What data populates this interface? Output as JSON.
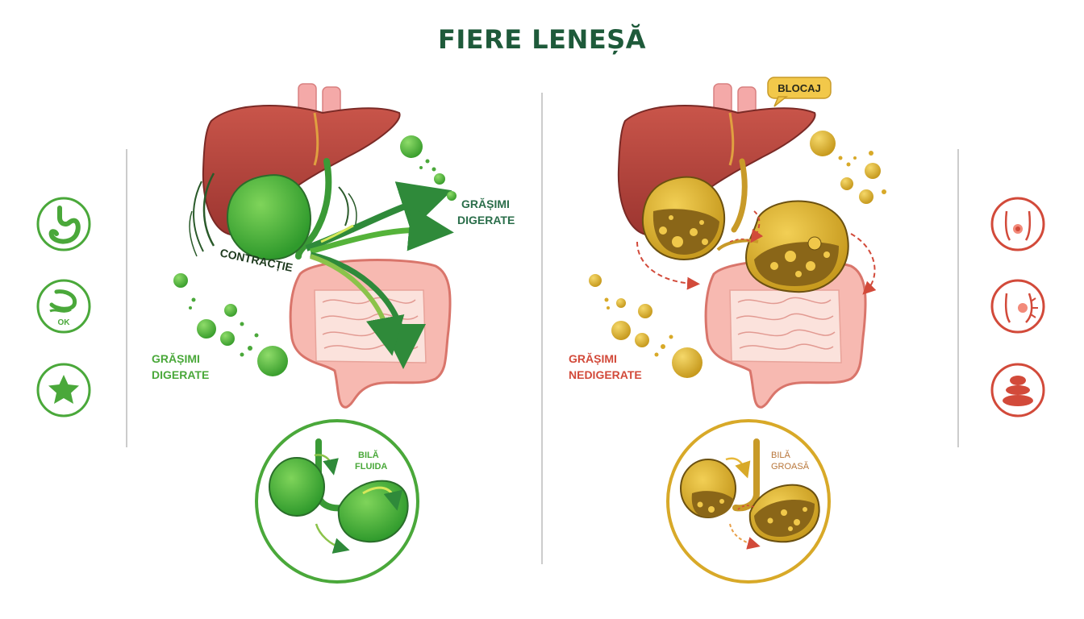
{
  "title": "FIERE LENEȘĂ",
  "healthy": {
    "contraction_label": "CONTRACȚIE",
    "fats_right_line1": "GRĂȘIMI",
    "fats_right_line2": "DIGERATE",
    "fats_left_line1": "GRĂȘIMI",
    "fats_left_line2": "DIGERATE",
    "bile_line1": "BILĂ",
    "bile_line2": "FLUIDA",
    "ok_badge": "OK",
    "color_green": "#4aa83a",
    "icons": [
      "stomach-icon",
      "digestion-ok-icon",
      "star-icon"
    ]
  },
  "lazy": {
    "blockage_label": "BLOCAJ",
    "fats_line1": "GRĂȘIMI",
    "fats_line2": "NEDIGERATE",
    "bile_line1": "BILĂ",
    "bile_line2": "GROASĂ",
    "color_yellow": "#d8a928",
    "color_red": "#d24a3a",
    "icons": [
      "abdominal-pain-icon",
      "bloating-icon",
      "gallstones-icon"
    ]
  },
  "colors": {
    "title": "#1e5a3a",
    "liver": "#b8403a",
    "intestine": "#f2a8a0"
  }
}
